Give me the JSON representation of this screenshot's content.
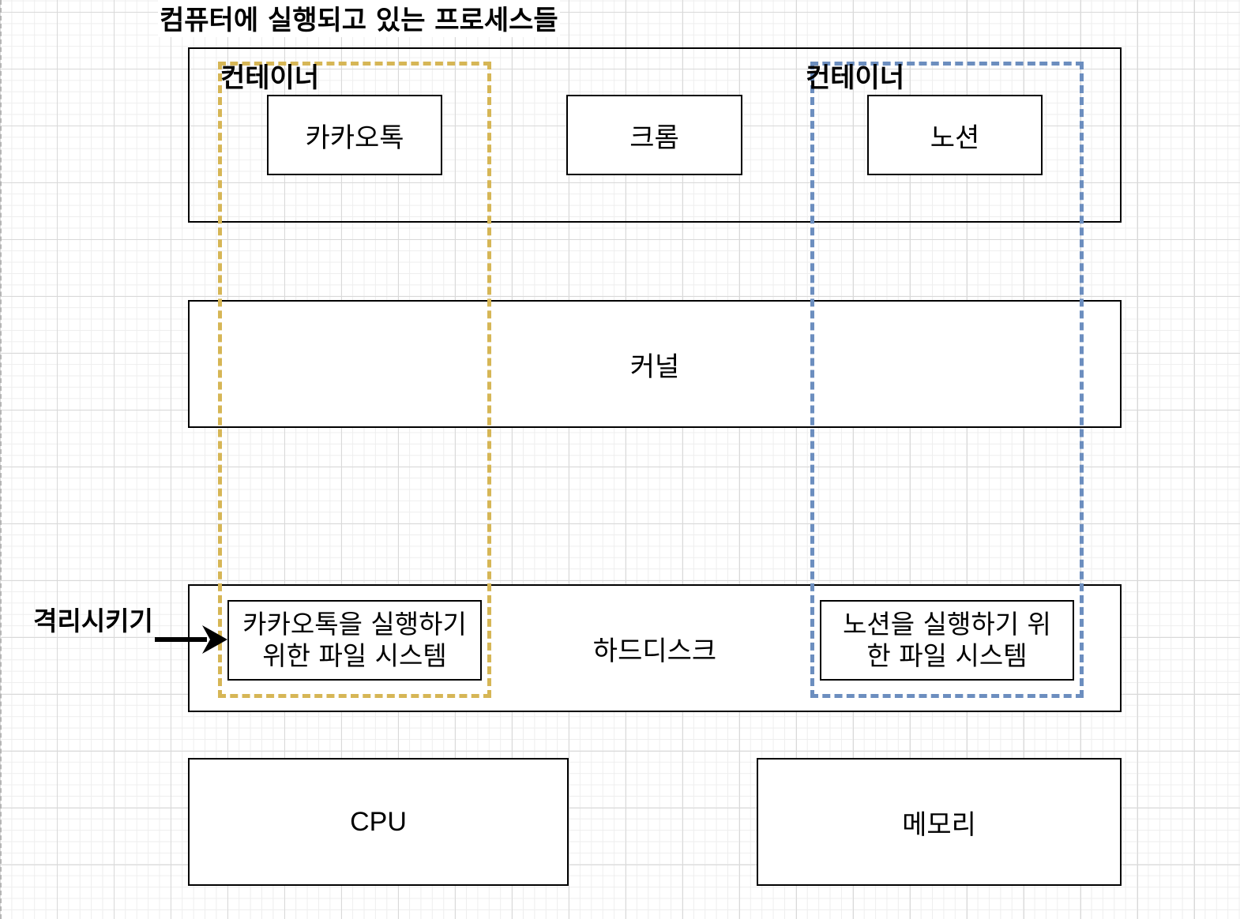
{
  "title": "컴퓨터에 실행되고 있는 프로세스들",
  "container_label": "컨테이너",
  "processes": [
    "카카오톡",
    "크롬",
    "노션"
  ],
  "kernel": "커널",
  "hard_disk": "하드디스크",
  "fs_kakao": "카카오톡을 실행하기 위한 파일 시스템",
  "fs_notion": "노션을 실행하기 위 한 파일 시스템",
  "isolate_note": "격리시키기",
  "cpu": "CPU",
  "memory": "메모리",
  "colors": {
    "container_kakao": "#d6b656",
    "container_notion": "#6c8ebf",
    "stroke": "#000000"
  },
  "icons": {
    "arrow": "arrow-right-icon"
  }
}
